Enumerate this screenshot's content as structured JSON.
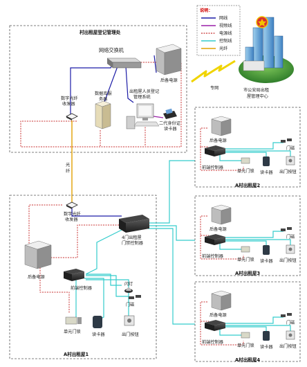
{
  "legend": {
    "title": "说明：",
    "items": [
      {
        "label": "网线",
        "color": "#1a1aa6"
      },
      {
        "label": "视频线",
        "color": "#9a1fa8"
      },
      {
        "label": "电源线",
        "color": "#c83232"
      },
      {
        "label": "控制线",
        "color": "#33cccc"
      },
      {
        "label": "光纤",
        "color": "#e0a000"
      }
    ]
  },
  "office": {
    "title": "村出租屋登记管理处",
    "switch_label": "网络交换机",
    "power_label": "后备电源",
    "db_server_label_1": "数据库服",
    "db_server_label_2": "务器",
    "mgmt_system_label_1": "出租屋人员登记",
    "mgmt_system_label_2": "管理系统",
    "id_reader_label_1": "二代身份证",
    "id_reader_label_2": "读卡器",
    "transceiver_label_1": "数字光纤",
    "transceiver_label_2": "收发器"
  },
  "network": {
    "private_net_label": "专网",
    "center_label_1": "市公安局出租",
    "center_label_2": "屋管理中心",
    "fiber_label_1": "光",
    "fiber_label_2": "纤"
  },
  "house1": {
    "title": "A村出租屋1",
    "transceiver_label_1": "数字光纤",
    "transceiver_label_2": "收发器",
    "power_label": "后备电源",
    "controller4_label_1": "4门出租屋",
    "controller4_label_2": "门禁控制器",
    "front_ctrl_label": "前端控制器",
    "flash_label": "闪灯",
    "door_magnet_label": "门磁",
    "unit_lock_label": "单元门锁",
    "reader_label": "读卡器",
    "exit_button_label": "出门按钮"
  },
  "houses": [
    {
      "title": "A村出租屋2",
      "power_label": "后备电源",
      "front_ctrl_label": "前端控制器",
      "unit_lock_label": "单元门锁",
      "reader_label": "读卡器",
      "exit_button_label": "出门按钮",
      "door_magnet_label": "门磁"
    },
    {
      "title": "A村出租屋3",
      "power_label": "后备电源",
      "front_ctrl_label": "前端控制器",
      "unit_lock_label": "单元门锁",
      "reader_label": "读卡器",
      "exit_button_label": "出门按钮",
      "door_magnet_label": "门磁"
    },
    {
      "title": "A村出租屋4",
      "power_label": "后备电源",
      "front_ctrl_label": "前端控制器",
      "unit_lock_label": "单元门锁",
      "reader_label": "读卡器",
      "exit_button_label": "出门按钮",
      "door_magnet_label": "门磁"
    }
  ]
}
